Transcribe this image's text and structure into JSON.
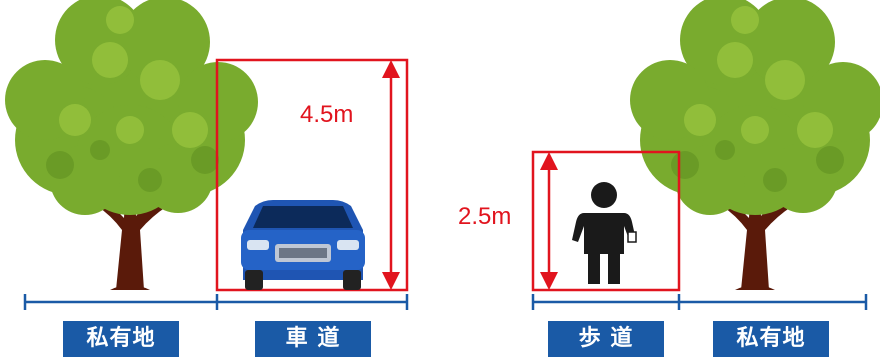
{
  "colors": {
    "clearance": "#e1141e",
    "label_bg": "#1a5aa6",
    "ground": "#1a5aa6",
    "foliage": "#79ab2e",
    "foliage_light": "#94c13c",
    "trunk": "#5a1a0a",
    "car": "#1f55b3",
    "person": "#1a1a1a"
  },
  "labels": {
    "private_left": "私有地",
    "roadway": "車 道",
    "sidewalk": "歩 道",
    "private_right": "私有地"
  },
  "dimensions": {
    "roadway_height": "4.5m",
    "sidewalk_height": "2.5m"
  },
  "icons": [
    "tree-icon",
    "car-icon",
    "person-icon"
  ]
}
